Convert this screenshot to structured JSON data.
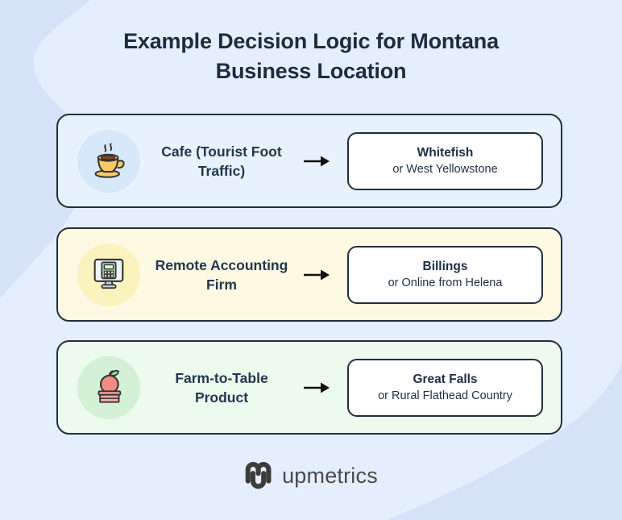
{
  "page": {
    "title_line1": "Example Decision Logic for Montana",
    "title_line2": "Business Location"
  },
  "rows": [
    {
      "id": "cafe",
      "icon": "coffee-cup-icon",
      "label_line1": "Cafe (Tourist Foot",
      "label_line2": "Traffic)",
      "result_primary": "Whitefish",
      "result_secondary": "or West Yellowstone",
      "card_bg": "#e7f2fd",
      "badge_bg": "#d8e8fb"
    },
    {
      "id": "remote-accounting",
      "icon": "computer-calculator-icon",
      "label_line1": "Remote Accounting",
      "label_line2": "Firm",
      "result_primary": "Billings",
      "result_secondary": "or Online from Helena",
      "card_bg": "#fdf9e2",
      "badge_bg": "#faf3bd"
    },
    {
      "id": "farm-to-table",
      "icon": "apple-crate-icon",
      "label_line1": "Farm-to-Table",
      "label_line2": "Product",
      "result_primary": "Great Falls",
      "result_secondary": "or Rural Flathead Country",
      "card_bg": "#edfaee",
      "badge_bg": "#d4f0d6"
    }
  ],
  "footer": {
    "brand": "upmetrics"
  },
  "colors": {
    "background": "#e4eefd",
    "background_blob": "#d6e2f8",
    "card_border": "#20303f",
    "title_text": "#1d2c3e",
    "result_box_bg": "#ffffff",
    "arrow": "#111111",
    "logo_mark": "#3c3c3c",
    "logo_text": "#4a4a4a"
  }
}
